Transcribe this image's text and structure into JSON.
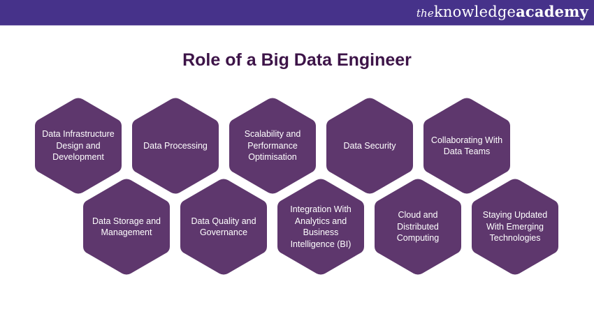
{
  "header": {
    "brand_prefix": "the",
    "brand_main": "knowledge",
    "brand_suffix": "academy",
    "background_color": "#46328a"
  },
  "title": "Role of a Big Data Engineer",
  "colors": {
    "hexagon_fill": "#5e376d",
    "title_text": "#3d1448",
    "hexagon_text": "#ffffff"
  },
  "roles": {
    "row1": [
      {
        "label": "Data Infrastructure Design and Development"
      },
      {
        "label": "Data Processing"
      },
      {
        "label": "Scalability and Performance Optimisation"
      },
      {
        "label": "Data Security"
      },
      {
        "label": "Collaborating With Data Teams"
      }
    ],
    "row2": [
      {
        "label": "Data Storage and Management"
      },
      {
        "label": "Data Quality and Governance"
      },
      {
        "label": "Integration With Analytics and Business Intelligence (BI)"
      },
      {
        "label": "Cloud and Distributed Computing"
      },
      {
        "label": "Staying Updated With Emerging Technologies"
      }
    ]
  }
}
